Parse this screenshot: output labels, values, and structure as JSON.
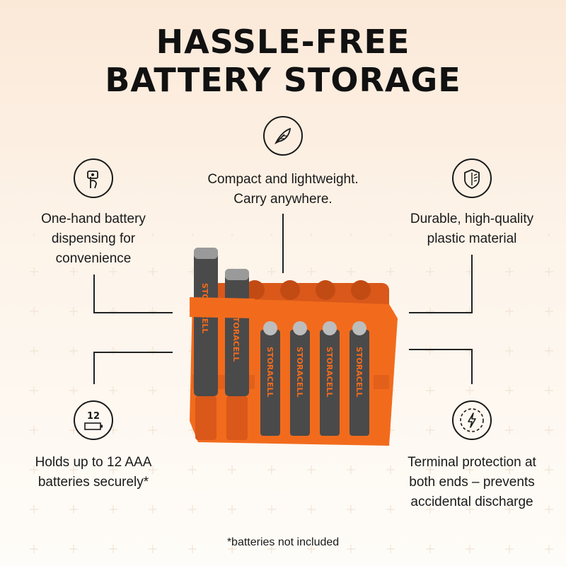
{
  "title": {
    "line1": "HASSLE-FREE",
    "line2": "BATTERY STORAGE"
  },
  "features": {
    "compact": {
      "icon": "feather-icon",
      "line1": "Compact and lightweight.",
      "line2": "Carry anywhere."
    },
    "one_hand": {
      "icon": "hand-press-icon",
      "line1": "One-hand battery",
      "line2": "dispensing for",
      "line3": "convenience"
    },
    "durable": {
      "icon": "shield-icon",
      "line1": "Durable, high-quality",
      "line2": "plastic material"
    },
    "holds": {
      "icon": "battery-count-icon",
      "icon_number": "12",
      "line1": "Holds up to 12 AAA",
      "line2": "batteries securely*"
    },
    "terminal": {
      "icon": "lightning-icon",
      "line1": "Terminal protection at",
      "line2": "both ends – prevents",
      "line3": "accidental discharge"
    }
  },
  "product": {
    "brand_text": "STORACELL",
    "color": "#f26b1d"
  },
  "footnote": "*batteries not included",
  "colors": {
    "accent": "#f26b1d",
    "text": "#1a1a1a"
  }
}
